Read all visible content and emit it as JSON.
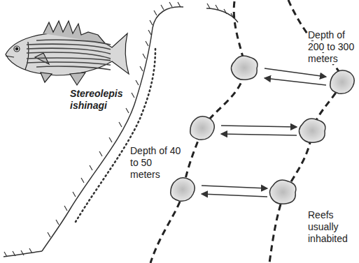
{
  "diagram": {
    "labels": [
      "Stereolepis ishinagi",
      "Depth of 200 to 300 meters",
      "Depth of 40 to 50 meters",
      "Reefs usually inhabited"
    ]
  }
}
